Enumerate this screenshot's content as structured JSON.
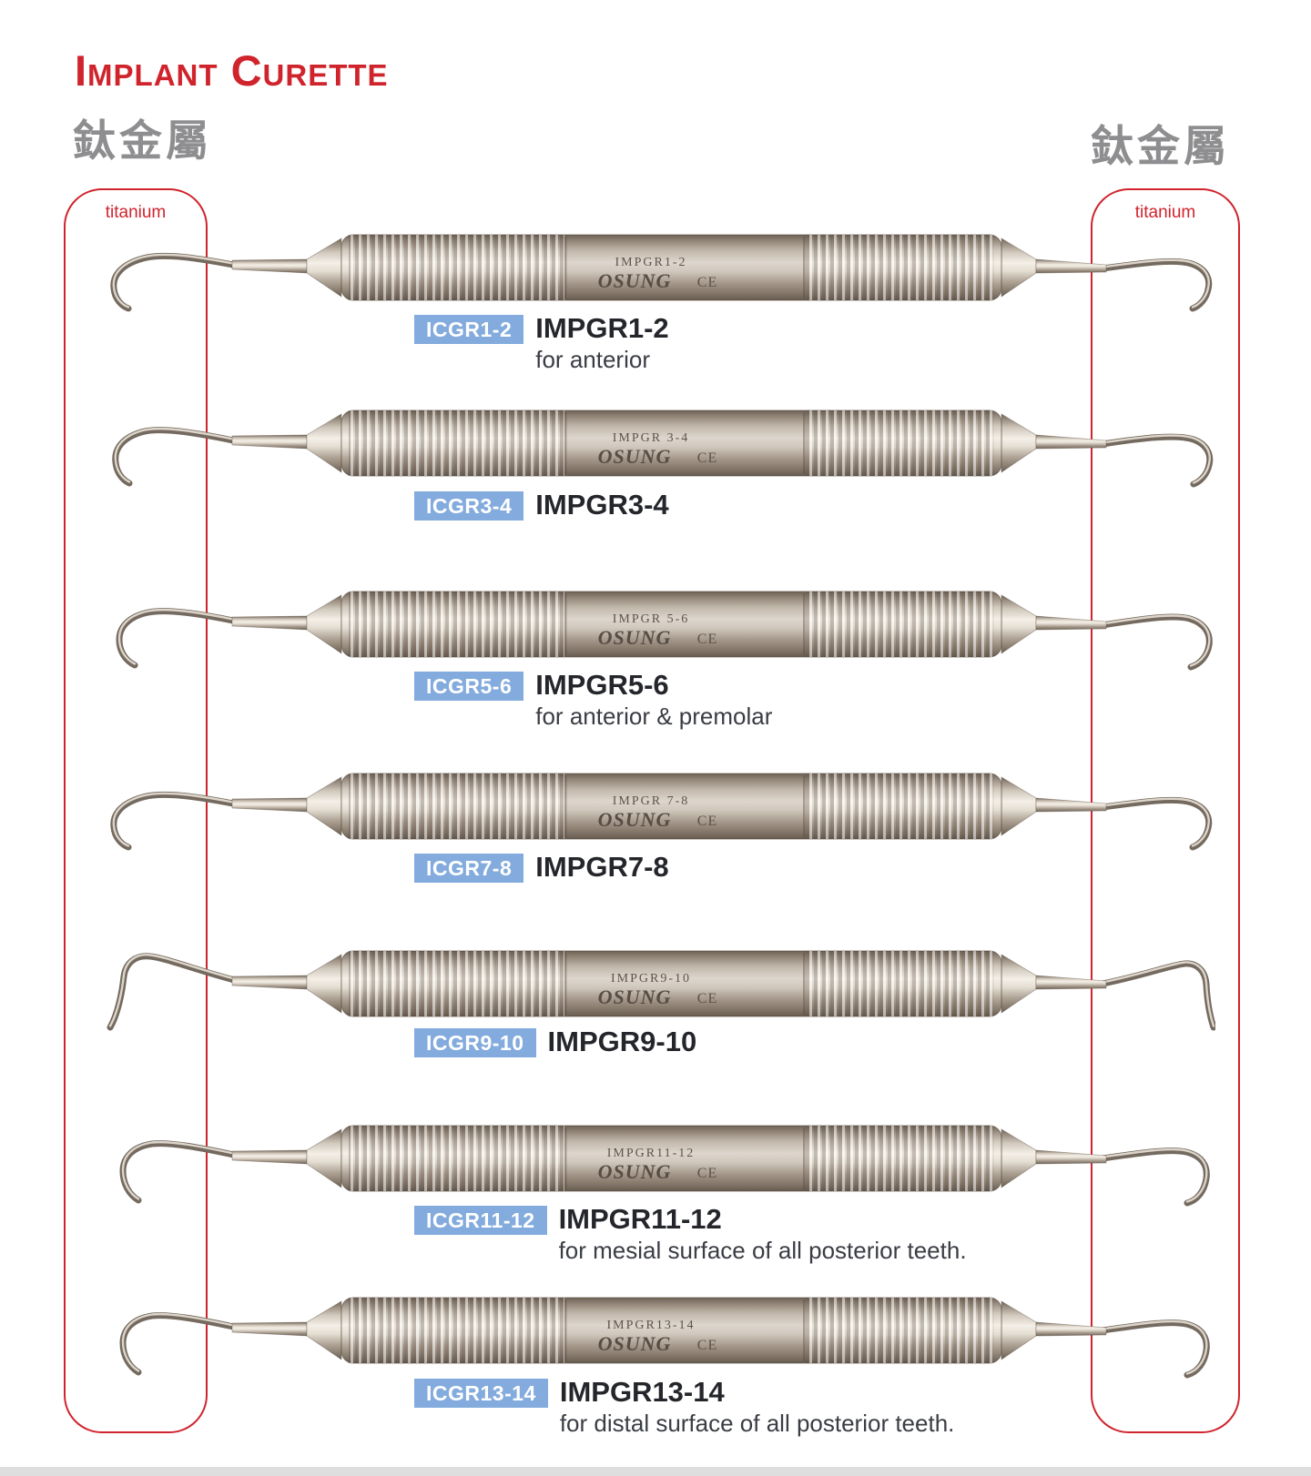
{
  "header": {
    "title": "Implant Curette",
    "subtitle_left": "鈦金屬",
    "subtitle_right": "鈦金屬"
  },
  "titanium_left": {
    "label": "titanium"
  },
  "titanium_right": {
    "label": "titanium"
  },
  "products": [
    {
      "code": "ICGR1-2",
      "name": "IMPGR1-2",
      "description": "for anterior",
      "engraving": {
        "model": "IMPGR1-2",
        "brand": "OSUNG",
        "ce": "CE"
      }
    },
    {
      "code": "ICGR3-4",
      "name": "IMPGR3-4",
      "description": "",
      "engraving": {
        "model": "IMPGR 3-4",
        "brand": "OSUNG",
        "ce": "CE"
      }
    },
    {
      "code": "ICGR5-6",
      "name": "IMPGR5-6",
      "description": "for anterior & premolar",
      "engraving": {
        "model": "IMPGR 5-6",
        "brand": "OSUNG",
        "ce": "CE"
      }
    },
    {
      "code": "ICGR7-8",
      "name": "IMPGR7-8",
      "description": "",
      "engraving": {
        "model": "IMPGR 7-8",
        "brand": "OSUNG",
        "ce": "CE"
      }
    },
    {
      "code": "ICGR9-10",
      "name": "IMPGR9-10",
      "description": "",
      "engraving": {
        "model": "IMPGR9-10",
        "brand": "OSUNG",
        "ce": "CE"
      }
    },
    {
      "code": "ICGR11-12",
      "name": "IMPGR11-12",
      "description": "for mesial surface of all posterior teeth.",
      "engraving": {
        "model": "IMPGR11-12",
        "brand": "OSUNG",
        "ce": "CE"
      }
    },
    {
      "code": "ICGR13-14",
      "name": "IMPGR13-14",
      "description": "for distal surface of all posterior teeth.",
      "engraving": {
        "model": "IMPGR13-14",
        "brand": "OSUNG",
        "ce": "CE"
      }
    }
  ],
  "colors": {
    "accent_red": "#d0242d",
    "badge_blue": "#83abdd",
    "subtitle_gray": "#8e8e90",
    "text_dark": "#24262b"
  }
}
